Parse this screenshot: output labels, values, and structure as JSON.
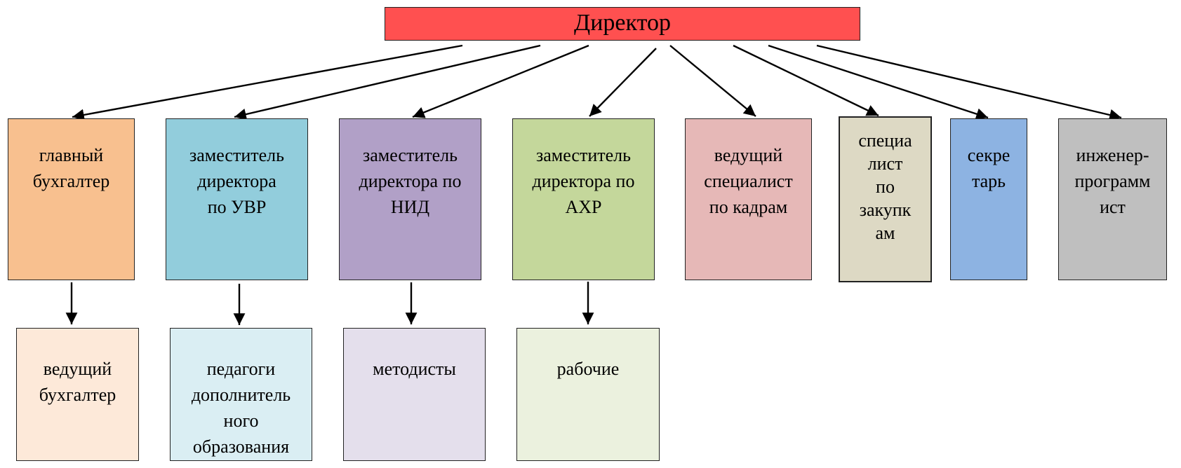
{
  "title": "Директор",
  "colors": {
    "director": "#FF5050",
    "chief_accountant": "#F8C08F",
    "deputy_uvr": "#92CDDC",
    "deputy_nid": "#B1A0C7",
    "deputy_ahr": "#C4D79B",
    "hr_specialist": "#E6B8B7",
    "procurement": "#DDD9C4",
    "secretary": "#8DB3E2",
    "programmer": "#BFBFBF",
    "lead_accountant": "#FDE9D9",
    "teachers": "#DAEEF3",
    "methodists": "#E4DFEC",
    "workers": "#EBF1DE"
  },
  "level1": [
    {
      "id": "chief_accountant",
      "label": "главный\nбухгалтер"
    },
    {
      "id": "deputy_uvr",
      "label": "заместитель\nдиректора\nпо УВР"
    },
    {
      "id": "deputy_nid",
      "label": "заместитель\nдиректора по\nНИД"
    },
    {
      "id": "deputy_ahr",
      "label": "заместитель\nдиректора по\nАХР"
    },
    {
      "id": "hr_specialist",
      "label": "ведущий\nспециалист\nпо кадрам"
    },
    {
      "id": "procurement",
      "label": "специа\nлист\nпо\nзакупк\nам"
    },
    {
      "id": "secretary",
      "label": "секре\nтарь"
    },
    {
      "id": "programmer",
      "label": "инженер-\nпрограмм\nист"
    }
  ],
  "level2": [
    {
      "id": "lead_accountant",
      "parent": "chief_accountant",
      "label": "ведущий\nбухгалтер"
    },
    {
      "id": "teachers",
      "parent": "deputy_uvr",
      "label": "педагоги\nдополнитель\nного\nобразования"
    },
    {
      "id": "methodists",
      "parent": "deputy_nid",
      "label": "методисты"
    },
    {
      "id": "workers",
      "parent": "deputy_ahr",
      "label": "рабочие"
    }
  ]
}
